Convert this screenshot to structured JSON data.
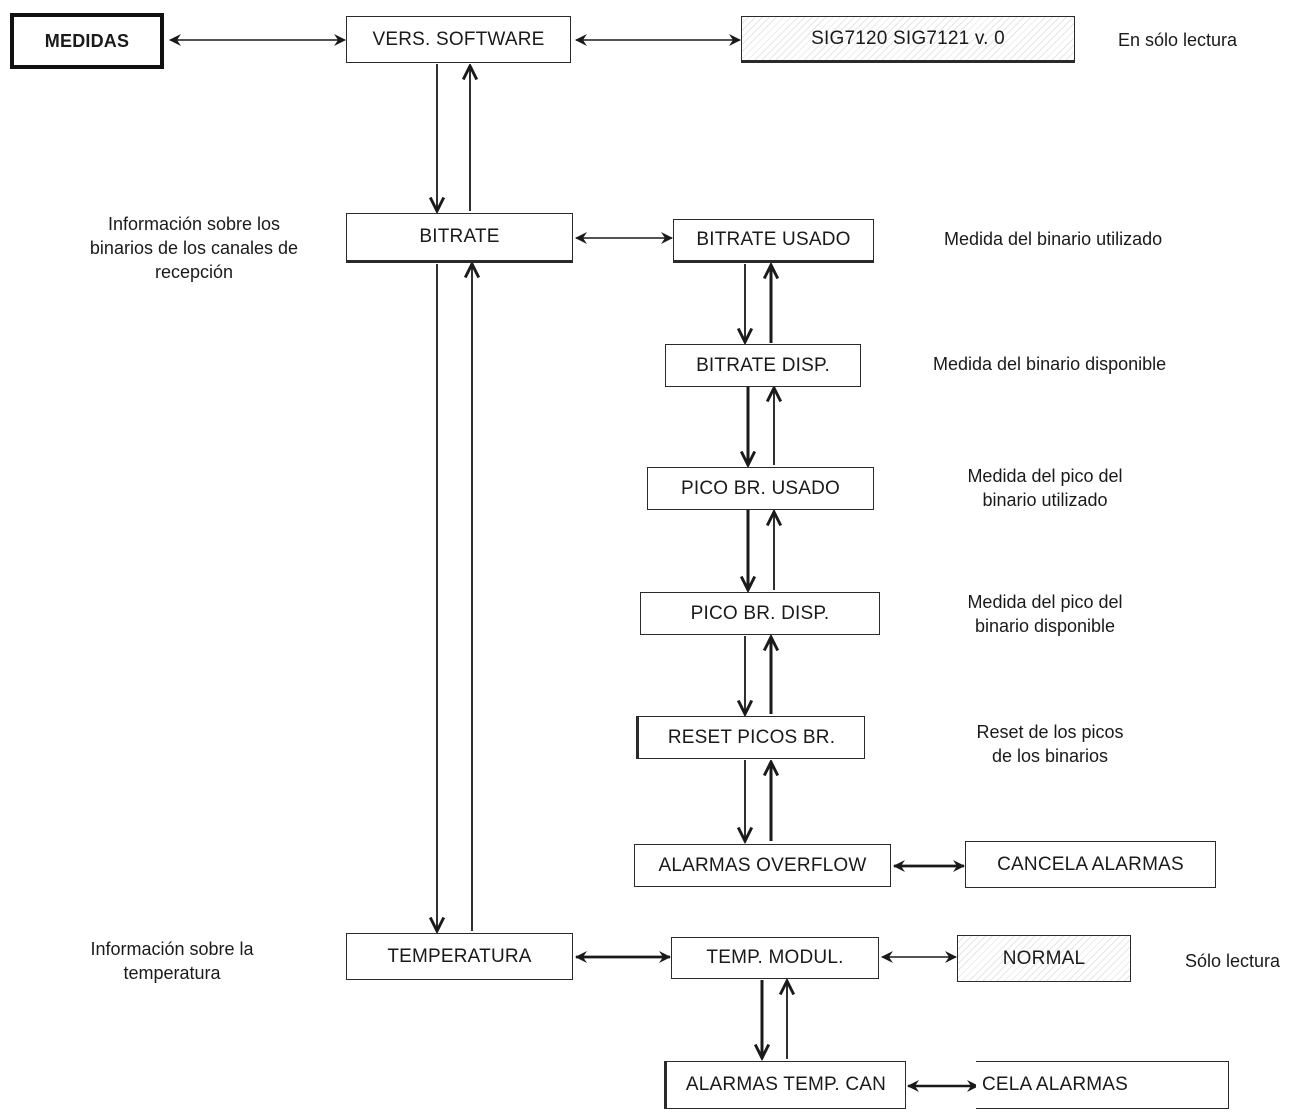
{
  "boxes": {
    "medidas": "MEDIDAS",
    "vers_software": "VERS. SOFTWARE",
    "version_value": "SIG7120 SIG7121 v. 0",
    "bitrate": "BITRATE",
    "bitrate_usado": "BITRATE USADO",
    "bitrate_disp": "BITRATE DISP.",
    "pico_br_usado": "PICO BR. USADO",
    "pico_br_disp": "PICO BR. DISP.",
    "reset_picos_br": "RESET PICOS BR.",
    "alarmas_overflow": "ALARMAS OVERFLOW",
    "cancela_alarmas": "CANCELA ALARMAS",
    "temperatura": "TEMPERATURA",
    "temp_modul": "TEMP. MODUL.",
    "normal": "NORMAL",
    "alarmas_temp": "ALARMAS TEMP.  CAN",
    "cancela_alarmas_2": "CELA ALARMAS"
  },
  "notes": {
    "solo_lectura_1": "En sólo lectura",
    "info_binarios": [
      "Información sobre los",
      "binarios de los canales de",
      "recepción"
    ],
    "medida_binario_utilizado": "Medida del binario utilizado",
    "medida_binario_disponible": "Medida del binario disponible",
    "medida_pico_utilizado": [
      "Medida del pico del",
      "binario utilizado"
    ],
    "medida_pico_disponible": [
      "Medida del pico del",
      "binario disponible"
    ],
    "reset_picos": [
      "Reset de los picos",
      "de los binarios"
    ],
    "info_temperatura": [
      "Información sobre la",
      "temperatura"
    ],
    "solo_lectura_2": "Sólo lectura"
  }
}
